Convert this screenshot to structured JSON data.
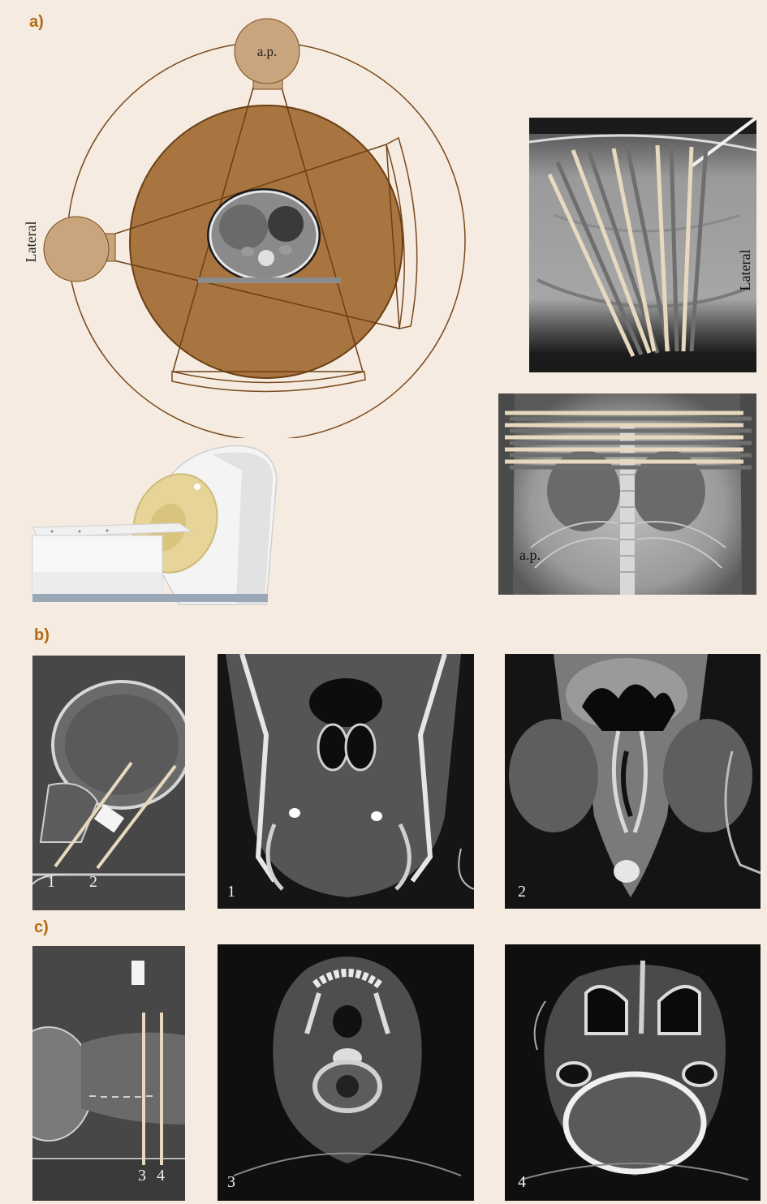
{
  "panels": {
    "a": "a)",
    "b": "b)",
    "c": "c)"
  },
  "diagram_a": {
    "ap_source_label": "a.p.",
    "lateral_source_label": "Lateral",
    "lateral_scout_label": "Lateral",
    "ap_scout_label": "a.p."
  },
  "panel_b": {
    "line_labels": [
      "1",
      "2"
    ],
    "slice_1_label": "1",
    "slice_2_label": "2"
  },
  "panel_c": {
    "line_labels": [
      "3",
      "4"
    ],
    "slice_3_label": "3",
    "slice_4_label": "4"
  },
  "colors": {
    "background": "#f5ebe1",
    "accent_label": "#b36a12",
    "body_fill": "#a87440",
    "source_fill": "#c9a57d",
    "outline": "#7a4a1c",
    "scan_line_light": "#e8d8c0",
    "scan_line_dark": "#6e6e6e"
  }
}
